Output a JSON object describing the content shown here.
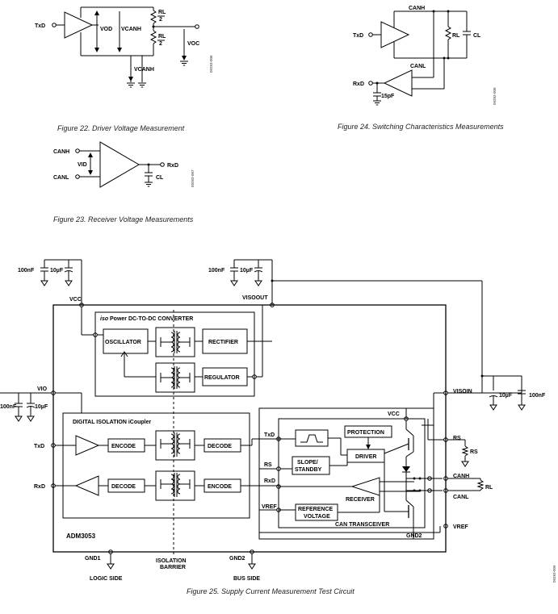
{
  "fig22": {
    "caption": "Figure 22. Driver Voltage Measurement",
    "txd": "TxD",
    "vod": "VOD",
    "vcanh": "VCANH",
    "rl": "RL",
    "two": "2",
    "voc": "VOC",
    "code": "09283-006"
  },
  "fig24": {
    "caption": "Figure 24. Switching Characteristics Measurements",
    "canh": "CANH",
    "canl": "CANL",
    "txd": "TxD",
    "rxd": "RxD",
    "rl": "RL",
    "cl": "CL",
    "cap15": "15pF",
    "code": "09283-008"
  },
  "fig23": {
    "caption": "Figure 23. Receiver Voltage Measurements",
    "canh": "CANH",
    "canl": "CANL",
    "vid": "VID",
    "rxd": "RxD",
    "cl": "CL",
    "code": "09283-007"
  },
  "fig25": {
    "caption": "Figure 25. Supply Current Measurement Test Circuit",
    "c100nF_1": "100nF",
    "c10uF_1": "10µF",
    "c100nF_2": "100nF",
    "c10uF_2": "10µF",
    "vcc_top": "VCC",
    "visoout": "VISOOUT",
    "isopower_title_a": "iso",
    "isopower_title_b": "Power DC-TO-DC CONVERTER",
    "oscillator": "OSCILLATOR",
    "rectifier": "RECTIFIER",
    "regulator": "REGULATOR",
    "vio": "VIO",
    "c100nF_3": "100nF",
    "c10uF_3": "10µF",
    "digital_isolation": "DIGITAL ISOLATION iCoupler",
    "txd": "TxD",
    "rxd": "RxD",
    "encode_1": "ENCODE",
    "decode_1": "DECODE",
    "decode_2": "DECODE",
    "encode_2": "ENCODE",
    "visoin": "VISOIN",
    "c10uF_4": "10µF",
    "c100nF_4": "100nF",
    "vcc_inner": "VCC",
    "protection": "PROTECTION",
    "driver": "DRIVER",
    "slope_a": "SLOPE/",
    "slope_b": "STANDBY",
    "txd_inner": "TxD",
    "rs_inner": "RS",
    "rxd_inner": "RxD",
    "vref_inner": "VREF",
    "reference_a": "REFERENCE",
    "reference_b": "VOLTAGE",
    "receiver": "RECEIVER",
    "can_transceiver": "CAN TRANSCEIVER",
    "rs_pin": "RS",
    "rs_res": "RS",
    "canh": "CANH",
    "canl": "CANL",
    "rl": "RL",
    "vref_pin": "VREF",
    "gnd2_inner": "GND2",
    "part": "ADM3053",
    "gnd1": "GND1",
    "iso_barrier_a": "ISOLATION",
    "iso_barrier_b": "BARRIER",
    "gnd2": "GND2",
    "logic_side": "LOGIC SIDE",
    "bus_side": "BUS SIDE",
    "code": "09283-009"
  }
}
